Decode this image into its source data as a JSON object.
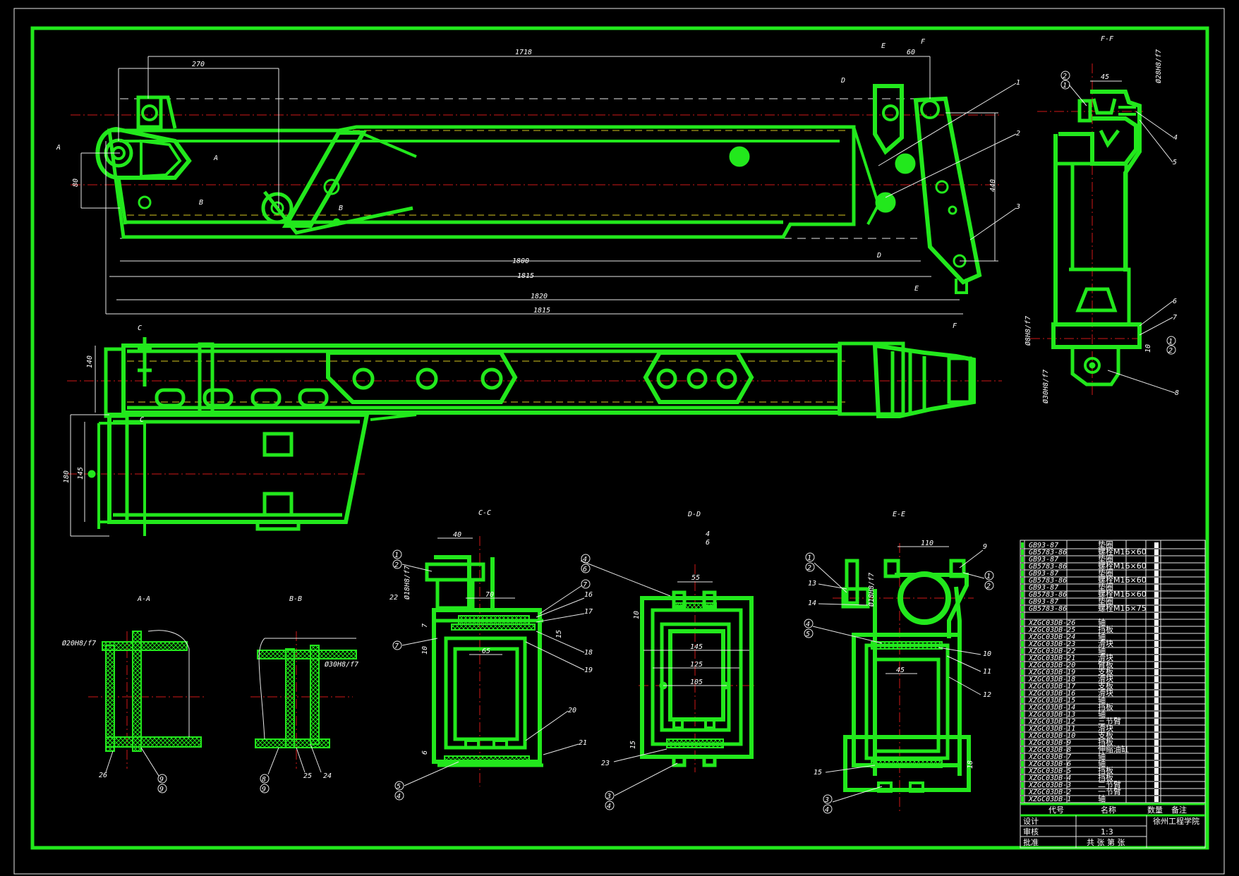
{
  "drawing": {
    "colors": {
      "outline": "#22e81c",
      "dimension": "#e8e8e8",
      "center": "#d01818",
      "hidden": "#d8c820",
      "background": "#000000"
    },
    "main_dims": {
      "d1718": "1718",
      "d270": "270",
      "d60": "60",
      "d1800": "1800",
      "d1815a": "1815",
      "d1820": "1820",
      "d1815b": "1815",
      "d80": "80",
      "d440": "440",
      "d140": "140",
      "d180": "180",
      "d145": "145"
    },
    "section_markers": {
      "A": "A",
      "B": "B",
      "C": "C",
      "D": "D",
      "E": "E",
      "F": "F"
    },
    "balloons_main": [
      "1",
      "2",
      "3"
    ],
    "views": {
      "ff": {
        "title": "F-F",
        "d45": "45",
        "fit1": "Ø28H8/f7",
        "fit2": "Ø8H8/f7",
        "fit3": "Ø30H8/f7",
        "d10": "10",
        "balloons": [
          "2",
          "1",
          "4",
          "5",
          "6",
          "7",
          "1",
          "2",
          "8"
        ]
      },
      "aa": {
        "title": "A-A",
        "fit": "Ø20H8/f7",
        "balloons": [
          "26",
          "9",
          "9"
        ]
      },
      "bb": {
        "title": "B-B",
        "fit": "Ø30H8/f7",
        "balloons": [
          "8",
          "9",
          "25",
          "24"
        ]
      },
      "cc": {
        "title": "C-C",
        "d40": "40",
        "d70": "70",
        "d65": "65",
        "d15": "15",
        "d10": "10",
        "d7": "7",
        "d6": "6",
        "fit": "Ø18H8/f7",
        "balloons": [
          "1",
          "2",
          "22",
          "7",
          "4",
          "6",
          "7",
          "16",
          "17",
          "18",
          "19",
          "20",
          "21",
          "5",
          "4"
        ]
      },
      "dd": {
        "title": "D-D",
        "d55": "55",
        "d145": "145",
        "d125": "125",
        "d105": "105",
        "d10": "10",
        "d15": "15",
        "balloons": [
          "4",
          "6",
          "23",
          "3",
          "4"
        ]
      },
      "ee": {
        "title": "E-E",
        "d110": "110",
        "d45": "45",
        "d18": "18",
        "fit": "Ø18H8/f7",
        "balloons": [
          "1",
          "2",
          "13",
          "14",
          "4",
          "5",
          "9",
          "1",
          "2",
          "10",
          "11",
          "12",
          "15",
          "3",
          "4"
        ]
      }
    },
    "title_block": {
      "school": "徐州工程学院",
      "header_code": "代号",
      "header_name": "名称",
      "header_qty": "数量",
      "header_note": "备注",
      "scale": "1:3",
      "sheet": "共  张 第  张",
      "row_labels": [
        "设计",
        "审核",
        "批准"
      ],
      "parts": [
        {
          "code": "GB93-87",
          "name": "垫圈"
        },
        {
          "code": "GB5783-86",
          "name": "螺栓M16×60"
        },
        {
          "code": "GB93-87",
          "name": "垫圈"
        },
        {
          "code": "GB5783-86",
          "name": "螺栓M16×60"
        },
        {
          "code": "GB93-87",
          "name": "垫圈"
        },
        {
          "code": "GB5783-86",
          "name": "螺栓M16×60"
        },
        {
          "code": "GB93-87",
          "name": "垫圈"
        },
        {
          "code": "GB5783-86",
          "name": "螺栓M16×60"
        },
        {
          "code": "GB93-87",
          "name": "垫圈"
        },
        {
          "code": "GB5783-86",
          "name": "螺栓M16×75"
        },
        {
          "code": "",
          "name": ""
        },
        {
          "code": "XZGC03DB-26",
          "name": "轴"
        },
        {
          "code": "XZGC03DB-25",
          "name": "挡板"
        },
        {
          "code": "XZGC03DB-24",
          "name": "轴"
        },
        {
          "code": "XZGC03DB-23",
          "name": "滑块"
        },
        {
          "code": "XZGC03DB-22",
          "name": "轴"
        },
        {
          "code": "XZGC03DB-21",
          "name": "滑块"
        },
        {
          "code": "XZGC03DB-20",
          "name": "臂板"
        },
        {
          "code": "XZGC03DB-19",
          "name": "支板"
        },
        {
          "code": "XZGC03DB-18",
          "name": "滑块"
        },
        {
          "code": "XZGC03DB-17",
          "name": "支板"
        },
        {
          "code": "XZGC03DB-16",
          "name": "滑块"
        },
        {
          "code": "XZGC03DB-15",
          "name": "轴"
        },
        {
          "code": "XZGC03DB-14",
          "name": "挡板"
        },
        {
          "code": "XZGC03DB-13",
          "name": "轴"
        },
        {
          "code": "XZGC03DB-12",
          "name": "三节臂"
        },
        {
          "code": "XZGC03DB-11",
          "name": "滑块"
        },
        {
          "code": "XZGC03DB-10",
          "name": "支板"
        },
        {
          "code": "XZGC03DB-9",
          "name": "挡板"
        },
        {
          "code": "XZGC03DB-8",
          "name": "伸缩油缸"
        },
        {
          "code": "XZGC03DB-7",
          "name": "轴"
        },
        {
          "code": "XZGC03DB-6",
          "name": "轴"
        },
        {
          "code": "XZGC03DB-5",
          "name": "挡板"
        },
        {
          "code": "XZGC03DB-4",
          "name": "挡板"
        },
        {
          "code": "XZGC03DB-3",
          "name": "二节臂"
        },
        {
          "code": "XZGC03DB-2",
          "name": "一节臂"
        },
        {
          "code": "XZGC03DB-1",
          "name": "轴"
        }
      ]
    }
  }
}
